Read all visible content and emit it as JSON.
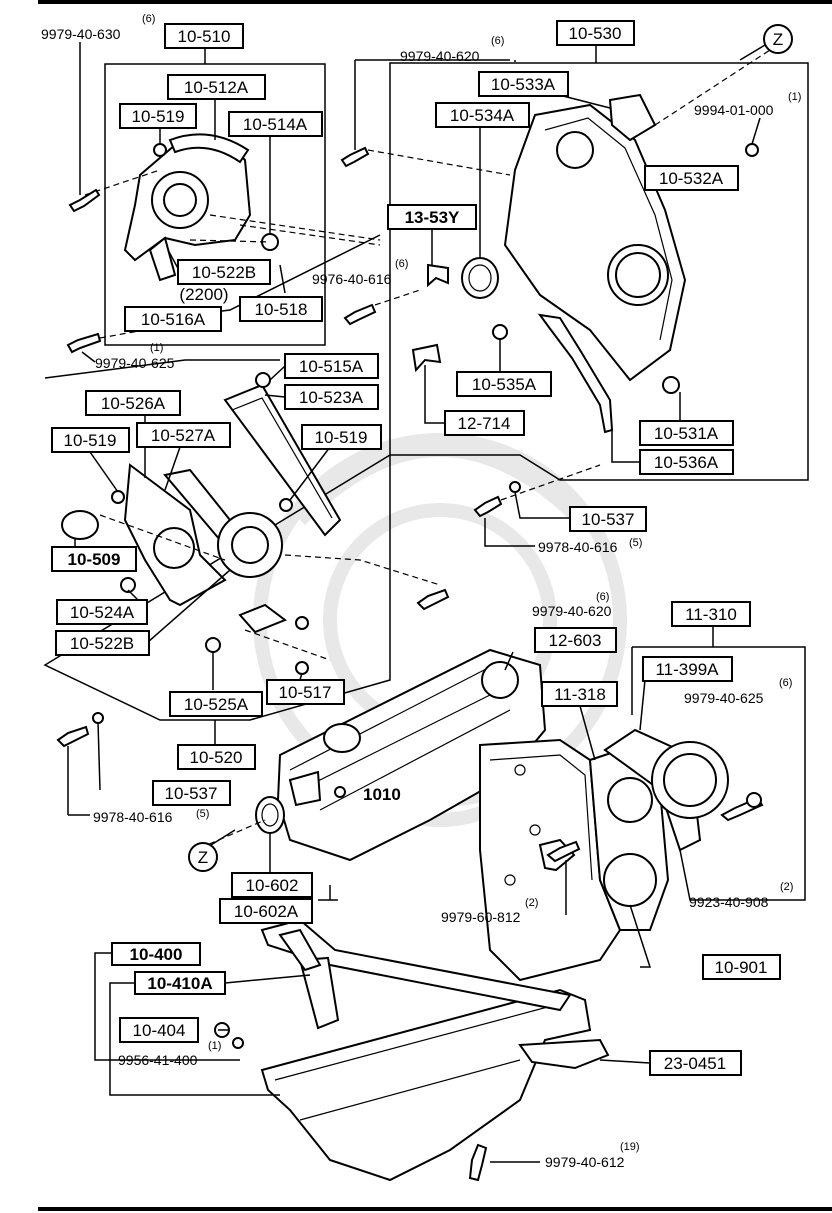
{
  "labels": {
    "p10510": "10-510",
    "p10512a": "10-512A",
    "p10519a": "10-519",
    "p10514a": "10-514A",
    "p10522b_top": "10-522B",
    "n2200": "(2200)",
    "p10516a": "10-516A",
    "p10518": "10-518",
    "p10530": "10-530",
    "p10533a": "10-533A",
    "p10534a": "10-534A",
    "p10532a": "10-532A",
    "p1353y": "13-53Y",
    "p10535a": "10-535A",
    "p12714": "12-714",
    "p10531a": "10-531A",
    "p10536a": "10-536A",
    "p10537_right": "10-537",
    "p10515a": "10-515A",
    "p10523a": "10-523A",
    "p10526a": "10-526A",
    "p10519b": "10-519",
    "p10527a": "10-527A",
    "p10519c": "10-519",
    "p10509": "10-509",
    "p10524a": "10-524A",
    "p10522b_bot": "10-522B",
    "p10525a": "10-525A",
    "p10517": "10-517",
    "p10520": "10-520",
    "p10537_left": "10-537",
    "p12603": "12-603",
    "p11310": "11-310",
    "p11399a": "11-399A",
    "p11318": "11-318",
    "p10602": "10-602",
    "p10602a": "10-602A",
    "p10901": "10-901",
    "p10400": "10-400",
    "p10410a": "10-410A",
    "p10404": "10-404",
    "p230451": "23-0451",
    "p1010": "1010",
    "z_top": "Z",
    "z_bottom": "Z"
  },
  "bolts": {
    "b9979_40_630": "9979-40-630",
    "q6_a": "(6)",
    "b9979_40_620_top": "9979-40-620",
    "q6_b": "(6)",
    "b9994_01_000": "9994-01-000",
    "q1_a": "(1)",
    "b9976_40_616": "9976-40-616",
    "q6_c": "(6)",
    "b9979_40_625_left": "9979-40-625",
    "q1_b": "(1)",
    "b9978_40_616_right": "9978-40-616",
    "q5_a": "(5)",
    "b9979_40_620_mid": "9979-40-620",
    "q6_d": "(6)",
    "b9979_40_625_right": "9979-40-625",
    "q6_e": "(6)",
    "b9978_40_616_left": "9978-40-616",
    "q5_b": "(5)",
    "b9979_60_812": "9979-60-812",
    "q2_a": "(2)",
    "b9923_40_908": "9923-40-908",
    "q2_b": "(2)",
    "b9956_41_400": "9956-41-400",
    "q1_c": "(1)",
    "b9979_40_612": "9979-40-612",
    "q19": "(19)"
  }
}
